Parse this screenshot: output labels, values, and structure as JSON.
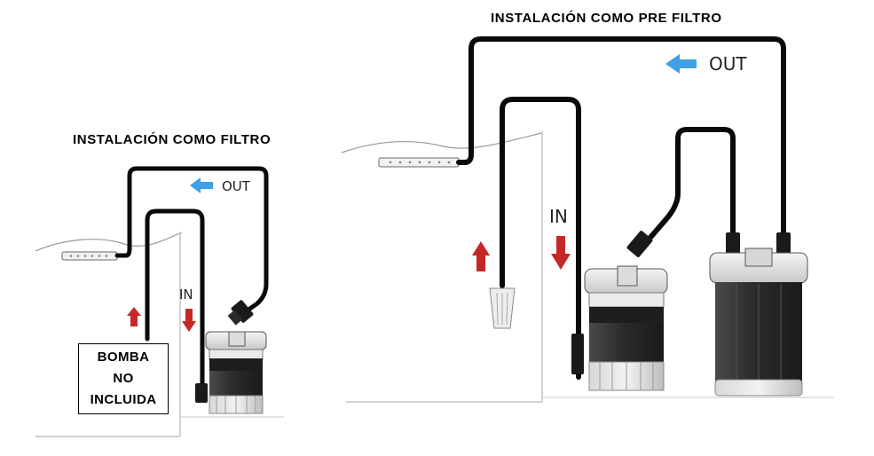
{
  "left_panel": {
    "title": "INSTALACIÓN COMO FILTRO",
    "out_label": "OUT",
    "in_label": "IN",
    "pump_note": [
      "BOMBA",
      "NO",
      "INCLUIDA"
    ]
  },
  "right_panel": {
    "title": "INSTALACIÓN COMO PRE FILTRO",
    "out_label": "OUT",
    "in_label": "IN"
  },
  "colors": {
    "out_arrow": "#3ea0e6",
    "in_arrow": "#c62828",
    "tube": "#0a0a0a",
    "filter_body": "#3a3a3a",
    "filter_cap": "#e6e6e6"
  }
}
